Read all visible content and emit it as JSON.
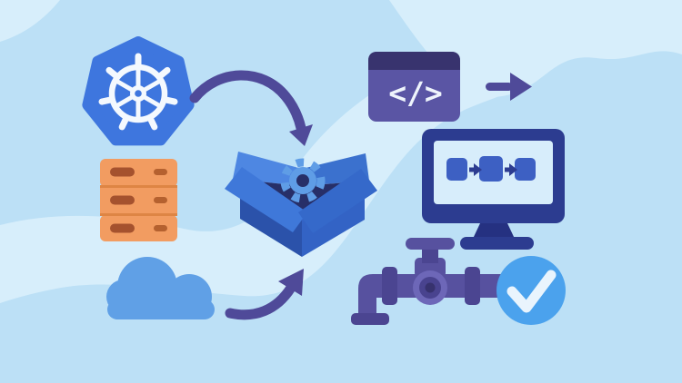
{
  "icons": {
    "kubernetes": "kubernetes-helm-logo",
    "servers": "server-stack",
    "cloud": "cloud",
    "package": "open-package-box-with-gear",
    "arrow_top": "curved-arrow-down-right",
    "arrow_bottom": "curved-arrow-up-right",
    "code_window": "code-window",
    "code_glyph": "</>",
    "arrow_right": "arrow-right",
    "monitor": "monitor-with-pipeline-steps",
    "pipe": "pipeline-pipe-with-valve",
    "check": "check-badge"
  },
  "colors": {
    "bg": "#bce0f6",
    "wave": "#d7eefb",
    "k8s": "#3e76de",
    "white": "#f4f9fe",
    "server": "#f29c61",
    "serverLine": "#de8544",
    "serverSlot": "#a5522e",
    "serverSlot2": "#b5612f",
    "cloud": "#60a0e6",
    "arrow": "#4f4a99",
    "boxFaceL": "#2b52aa",
    "boxFaceR": "#3363c5",
    "boxFlapL": "#3f78d9",
    "boxFlapR": "#3569ca",
    "boxBackL": "#4e87e2",
    "boxBackR": "#3b71ce",
    "boxInner": "#272f68",
    "gear": "#5f9de6",
    "codeBody": "#5a55a4",
    "codeHead": "#38336e",
    "glyph": "#eef4fc",
    "monitor": "#2c3c90",
    "monitorDark": "#253181",
    "screen": "#d7edfb",
    "step": "#3d60c3",
    "pipe": "#57519f",
    "pipeDark": "#4b4591",
    "valveOuter": "#6d67b8",
    "valveMid": "#49438f",
    "valveCenter": "#37326e",
    "check": "#4ba2ed",
    "checkMark": "#e9f4fd"
  }
}
